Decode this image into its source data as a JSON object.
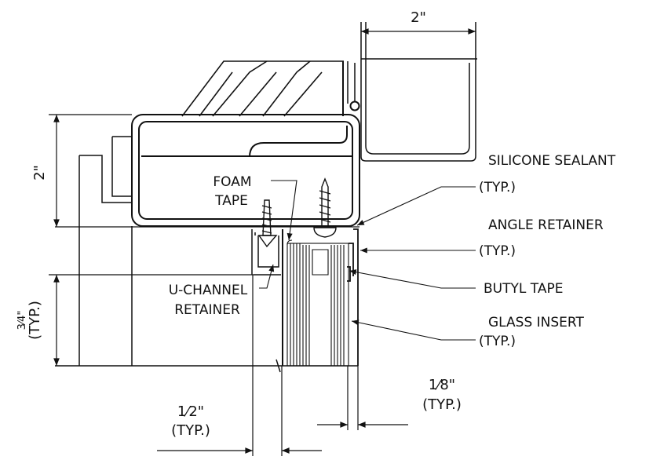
{
  "dimensions": {
    "top_width": "2\"",
    "left_height": "2\"",
    "left_lower_value": "3⁄4\"",
    "left_lower_suffix": "(TYP.)",
    "half_value": "1⁄2\"",
    "half_suffix": "(TYP.)",
    "eighth_value": "1⁄8\"",
    "eighth_suffix": "(TYP.)"
  },
  "labels": {
    "foam_tape_line1": "FOAM",
    "foam_tape_line2": "TAPE",
    "u_channel_line1": "U-CHANNEL",
    "u_channel_line2": "RETAINER",
    "silicone_line1": "SILICONE SEALANT",
    "silicone_line2": "(TYP.)",
    "angle_line1": "ANGLE RETAINER",
    "angle_line2": "(TYP.)",
    "butyl": "BUTYL TAPE",
    "glass_line1": "GLASS INSERT",
    "glass_line2": "(TYP.)"
  }
}
